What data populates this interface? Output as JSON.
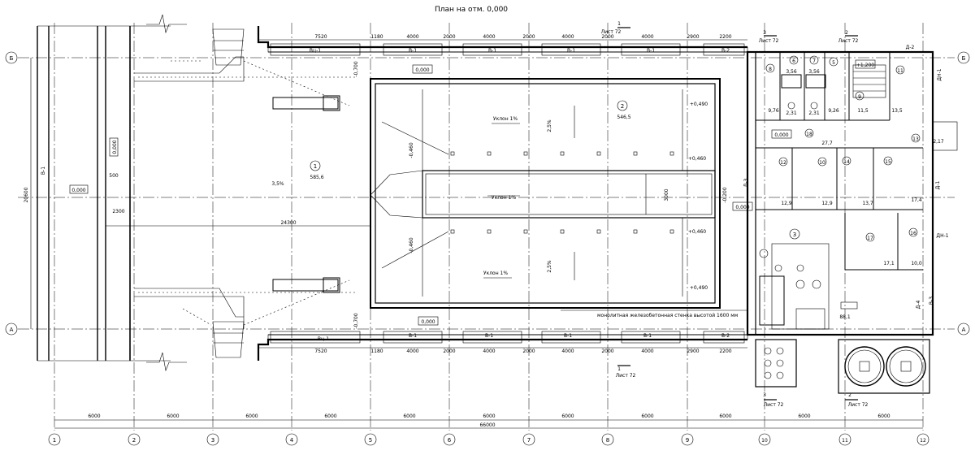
{
  "title": "План на отм. 0,000",
  "axes": {
    "columns": [
      "1",
      "2",
      "3",
      "4",
      "5",
      "6",
      "7",
      "8",
      "9",
      "10",
      "11",
      "12"
    ],
    "rows": [
      "Б",
      "А"
    ],
    "spacing_labels": [
      "6000",
      "6000",
      "6000",
      "6000",
      "6000",
      "6000",
      "6000",
      "6000",
      "6000",
      "6000",
      "6000"
    ],
    "total": "66000",
    "height_dim": "20600"
  },
  "top_dims": [
    "7520",
    "1180",
    "4000",
    "2000",
    "4000",
    "2000",
    "4000",
    "2000",
    "4000",
    "2900",
    "2200"
  ],
  "bottom_dims": [
    "7520",
    "1180",
    "4000",
    "2000",
    "4000",
    "2000",
    "4000",
    "2000",
    "4000",
    "2900",
    "2200"
  ],
  "gate_labels_top": [
    "Вц-1",
    "В-1",
    "В-1",
    "В-1",
    "В-1",
    "В-2"
  ],
  "gate_labels_bottom": [
    "Вц-1",
    "В-1",
    "В-1",
    "В-1",
    "В-1",
    "В-2"
  ],
  "section_marks": [
    {
      "num": "1",
      "sheet": "Лист 72"
    },
    {
      "num": "3",
      "sheet": "Лист 72"
    },
    {
      "num": "2",
      "sheet": "Лист 72"
    },
    {
      "num": "1",
      "sheet": "Лист 72"
    },
    {
      "num": "3",
      "sheet": "Лист 72"
    },
    {
      "num": "2",
      "sheet": "Лист 72"
    }
  ],
  "elevations": {
    "zero": "0,000",
    "e700a": "-0,700",
    "e700b": "-0,700",
    "e490a": "+0,490",
    "e490b": "+0,490",
    "e460a": "-0,460",
    "e460b": "-0,460",
    "e460c": "+0,460",
    "e460d": "+0,460",
    "e200": "-0,200"
  },
  "slopes": {
    "big": "3,5%",
    "s25a": "2,5%",
    "s25b": "2,5%",
    "s1a": "Уклон 1%",
    "s1b": "Уклон 1%",
    "s1c": "Уклон 1%"
  },
  "rooms": {
    "r1": {
      "num": "1",
      "area": "585,6"
    },
    "r2": {
      "num": "2",
      "area": "546,5"
    },
    "r3": {
      "num": "3",
      "area": "88,1"
    },
    "r5": "5",
    "r6": "6",
    "r7": "7",
    "r8": "8",
    "r9": "9",
    "r10": "10",
    "r11": "11",
    "r12": "12",
    "r13": "13",
    "r14": "14",
    "r15": "15",
    "r16": "16",
    "r17": "17",
    "r18": "18"
  },
  "areas": [
    "3,56",
    "3,56",
    "2,31",
    "2,31",
    "9,76",
    "9,26",
    "11,5",
    "13,5",
    "27,7",
    "12,9",
    "12,9",
    "13,7",
    "17,4",
    "17,1",
    "10,0",
    "2,17"
  ],
  "misc": {
    "wall_note": "монолитная железобетонная стенка высотой 1600 мм",
    "b1": "В-1",
    "d2": "Д-2",
    "d3": "Д-3",
    "d4": "Д-4",
    "dn1": "ДН-1",
    "v3": "В-3",
    "d1": "Д-1",
    "plus1200": "+1,200",
    "d24300": "24300",
    "d2300": "2300",
    "d500": "500",
    "d3000": "3000"
  }
}
